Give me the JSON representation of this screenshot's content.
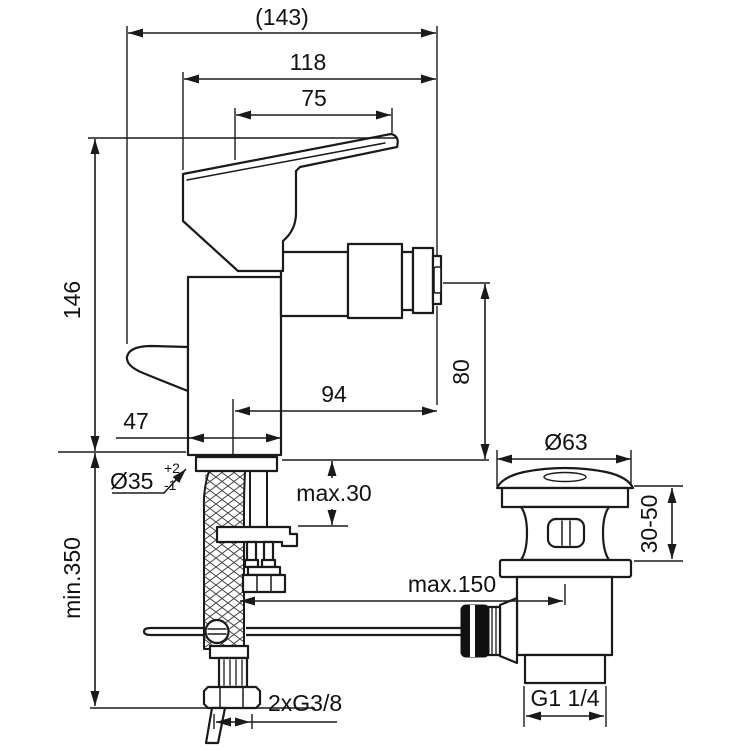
{
  "drawing": {
    "description": "Dimensional line drawing of single-lever bidet mixer tap with braided supply hose, mounting hardware and pop-up waste valve",
    "colors": {
      "line": "#1a1a1a",
      "background": "#ffffff"
    },
    "dims": {
      "overall_depth": "(143)",
      "spout_reach_total": "118",
      "handle_length": "75",
      "total_height": "146",
      "min_hose_length": "min.350",
      "hole_diameter": "Ø35",
      "hole_tol_plus": "+2",
      "hole_tol_minus": "-1",
      "base_width": "47",
      "axis_to_spout_tip": "94",
      "spout_height": "80",
      "deck_thickness": "max.30",
      "rod_reach": "max.150",
      "supply_connection": "2xG3/8",
      "waste_flange_diameter": "Ø63",
      "waste_height_range": "30-50",
      "waste_thread": "G1 1/4"
    }
  }
}
